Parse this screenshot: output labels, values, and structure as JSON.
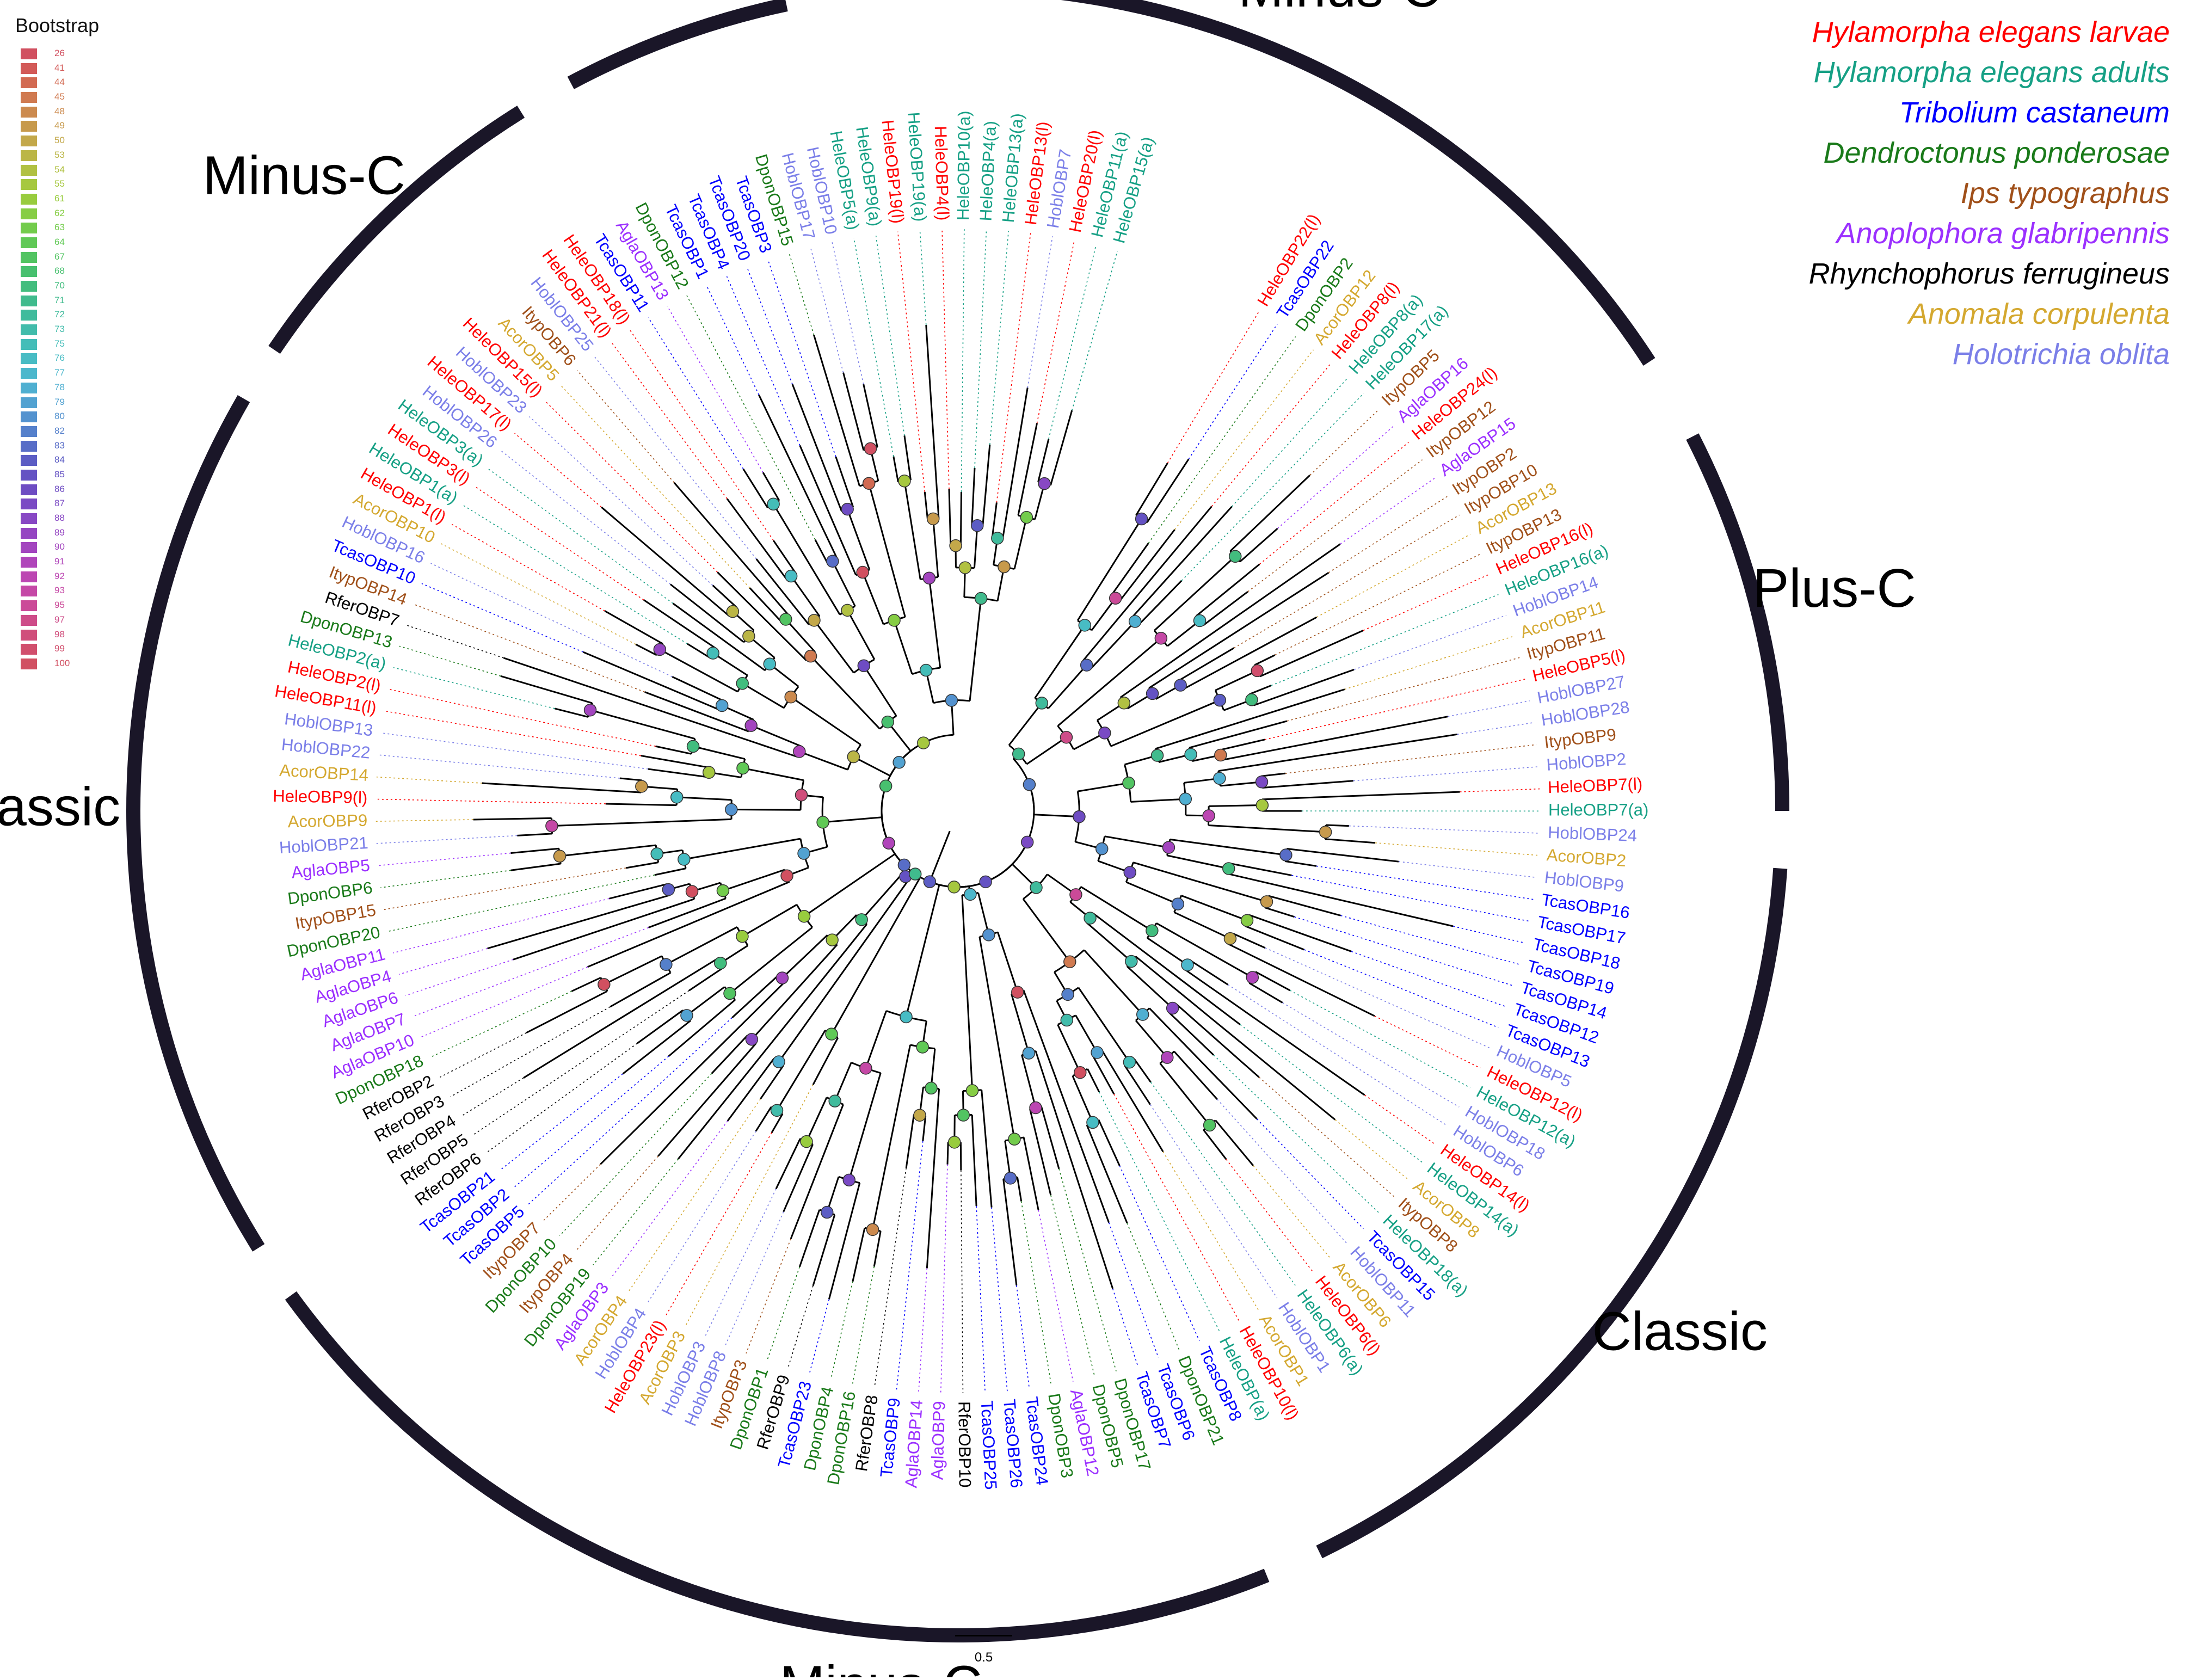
{
  "bootstrap": {
    "title": "Bootstrap",
    "levels": [
      {
        "value": "26",
        "color": "#d15060"
      },
      {
        "value": "41",
        "color": "#d35a58"
      },
      {
        "value": "44",
        "color": "#d26a52"
      },
      {
        "value": "45",
        "color": "#d07a50"
      },
      {
        "value": "48",
        "color": "#cc8a4e"
      },
      {
        "value": "49",
        "color": "#c79a4c"
      },
      {
        "value": "50",
        "color": "#c3a84a"
      },
      {
        "value": "53",
        "color": "#bbb646"
      },
      {
        "value": "54",
        "color": "#b1c142"
      },
      {
        "value": "55",
        "color": "#a6c83f"
      },
      {
        "value": "61",
        "color": "#98cc3e"
      },
      {
        "value": "62",
        "color": "#86cd44"
      },
      {
        "value": "63",
        "color": "#73cc4c"
      },
      {
        "value": "64",
        "color": "#60c956"
      },
      {
        "value": "67",
        "color": "#52c462"
      },
      {
        "value": "68",
        "color": "#48c06f"
      },
      {
        "value": "70",
        "color": "#42bd7e"
      },
      {
        "value": "71",
        "color": "#40bb8d"
      },
      {
        "value": "72",
        "color": "#40bb9c"
      },
      {
        "value": "73",
        "color": "#42bcab"
      },
      {
        "value": "75",
        "color": "#44bdb8"
      },
      {
        "value": "76",
        "color": "#48bcc4"
      },
      {
        "value": "77",
        "color": "#4cb7cc"
      },
      {
        "value": "78",
        "color": "#4fafd1"
      },
      {
        "value": "79",
        "color": "#52a2d1"
      },
      {
        "value": "80",
        "color": "#5392cf"
      },
      {
        "value": "82",
        "color": "#5580cb"
      },
      {
        "value": "83",
        "color": "#586dc7"
      },
      {
        "value": "84",
        "color": "#5c5dc4"
      },
      {
        "value": "85",
        "color": "#6452c3"
      },
      {
        "value": "86",
        "color": "#6e4cc3"
      },
      {
        "value": "87",
        "color": "#7a4ac4"
      },
      {
        "value": "88",
        "color": "#8848c4"
      },
      {
        "value": "89",
        "color": "#9546c2"
      },
      {
        "value": "90",
        "color": "#a345bf"
      },
      {
        "value": "91",
        "color": "#b045ba"
      },
      {
        "value": "92",
        "color": "#bc46b2"
      },
      {
        "value": "93",
        "color": "#c548a6"
      },
      {
        "value": "95",
        "color": "#cb4a98"
      },
      {
        "value": "97",
        "color": "#ce4c89"
      },
      {
        "value": "98",
        "color": "#d04e7b"
      },
      {
        "value": "99",
        "color": "#d14f6d"
      },
      {
        "value": "100",
        "color": "#d15062"
      }
    ]
  },
  "species": [
    {
      "name": "Hylamorpha elegans larvae",
      "color": "#ff0000"
    },
    {
      "name": "Hylamorpha elegans adults",
      "color": "#16a085"
    },
    {
      "name": "Tribolium castaneum",
      "color": "#0000ff"
    },
    {
      "name": "Dendroctonus ponderosae",
      "color": "#1a7a1a"
    },
    {
      "name": "Ips typographus",
      "color": "#a0501a"
    },
    {
      "name": "Anoplophora glabripennis",
      "color": "#9b30ff"
    },
    {
      "name": "Rhynchophorus ferrugineus",
      "color": "#000000"
    },
    {
      "name": "Anomala corpulenta",
      "color": "#d4a830"
    },
    {
      "name": "Holotrichia oblita",
      "color": "#7b7fe8"
    }
  ],
  "clades": [
    "Minus-C",
    "Plus-C",
    "Classic",
    "Minus-C",
    "Classic",
    "Minus-C",
    "Classic"
  ],
  "leaves": [
    {
      "label": "HeleOBP22(l)",
      "sp": 0
    },
    {
      "label": "TcasOBP22",
      "sp": 2
    },
    {
      "label": "DponOBP2",
      "sp": 3
    },
    {
      "label": "AcorOBP12",
      "sp": 7
    },
    {
      "label": "HeleOBP8(l)",
      "sp": 0
    },
    {
      "label": "HeleOBP8(a)",
      "sp": 1
    },
    {
      "label": "HeleOBP17(a)",
      "sp": 1
    },
    {
      "label": "ItypOBP5",
      "sp": 4
    },
    {
      "label": "AglaOBP16",
      "sp": 5
    },
    {
      "label": "HeleOBP24(l)",
      "sp": 0
    },
    {
      "label": "ItypOBP12",
      "sp": 4
    },
    {
      "label": "AglaOBP15",
      "sp": 5
    },
    {
      "label": "ItypOBP2",
      "sp": 4
    },
    {
      "label": "ItypOBP10",
      "sp": 4
    },
    {
      "label": "AcorOBP13",
      "sp": 7
    },
    {
      "label": "ItypOBP13",
      "sp": 4
    },
    {
      "label": "HeleOBP16(l)",
      "sp": 0
    },
    {
      "label": "HeleOBP16(a)",
      "sp": 1
    },
    {
      "label": "HoblOBP14",
      "sp": 8
    },
    {
      "label": "AcorOBP11",
      "sp": 7
    },
    {
      "label": "ItypOBP11",
      "sp": 4
    },
    {
      "label": "HeleOBP5(l)",
      "sp": 0
    },
    {
      "label": "HoblOBP27",
      "sp": 8
    },
    {
      "label": "HoblOBP28",
      "sp": 8
    },
    {
      "label": "ItypOBP9",
      "sp": 4
    },
    {
      "label": "HoblOBP2",
      "sp": 8
    },
    {
      "label": "HeleOBP7(l)",
      "sp": 0
    },
    {
      "label": "HeleOBP7(a)",
      "sp": 1
    },
    {
      "label": "HoblOBP24",
      "sp": 8
    },
    {
      "label": "AcorOBP2",
      "sp": 7
    },
    {
      "label": "HoblOBP9",
      "sp": 8
    },
    {
      "label": "TcasOBP16",
      "sp": 2
    },
    {
      "label": "TcasOBP17",
      "sp": 2
    },
    {
      "label": "TcasOBP18",
      "sp": 2
    },
    {
      "label": "TcasOBP19",
      "sp": 2
    },
    {
      "label": "TcasOBP14",
      "sp": 2
    },
    {
      "label": "TcasOBP12",
      "sp": 2
    },
    {
      "label": "TcasOBP13",
      "sp": 2
    },
    {
      "label": "HoblOBP5",
      "sp": 8
    },
    {
      "label": "HeleOBP12(l)",
      "sp": 0
    },
    {
      "label": "HeleOBP12(a)",
      "sp": 1
    },
    {
      "label": "HoblOBP18",
      "sp": 8
    },
    {
      "label": "HoblOBP6",
      "sp": 8
    },
    {
      "label": "HeleOBP14(l)",
      "sp": 0
    },
    {
      "label": "HeleOBP14(a)",
      "sp": 1
    },
    {
      "label": "AcorOBP8",
      "sp": 7
    },
    {
      "label": "ItypOBP8",
      "sp": 4
    },
    {
      "label": "HeleOBP18(a)",
      "sp": 1
    },
    {
      "label": "TcasOBP15",
      "sp": 2
    },
    {
      "label": "HoblOBP11",
      "sp": 8
    },
    {
      "label": "AcorOBP6",
      "sp": 7
    },
    {
      "label": "HeleOBP6(l)",
      "sp": 0
    },
    {
      "label": "HeleOBP6(a)",
      "sp": 1
    },
    {
      "label": "HoblOBP1",
      "sp": 8
    },
    {
      "label": "AcorOBP1",
      "sp": 7
    },
    {
      "label": "HeleOBP10(l)",
      "sp": 0
    },
    {
      "label": "HeleOBP(a)",
      "sp": 1
    },
    {
      "label": "TcasOBP8",
      "sp": 2
    },
    {
      "label": "DponOBP21",
      "sp": 3
    },
    {
      "label": "TcasOBP6",
      "sp": 2
    },
    {
      "label": "TcasOBP7",
      "sp": 2
    },
    {
      "label": "DponOBP17",
      "sp": 3
    },
    {
      "label": "DponOBP5",
      "sp": 3
    },
    {
      "label": "AglaOBP12",
      "sp": 5
    },
    {
      "label": "DponOBP3",
      "sp": 3
    },
    {
      "label": "TcasOBP24",
      "sp": 2
    },
    {
      "label": "TcasOBP26",
      "sp": 2
    },
    {
      "label": "TcasOBP25",
      "sp": 2
    },
    {
      "label": "RferOBP10",
      "sp": 6
    },
    {
      "label": "AglaOBP9",
      "sp": 5
    },
    {
      "label": "AglaOBP14",
      "sp": 5
    },
    {
      "label": "TcasOBP9",
      "sp": 2
    },
    {
      "label": "RferOBP8",
      "sp": 6
    },
    {
      "label": "DponOBP16",
      "sp": 3
    },
    {
      "label": "DponOBP4",
      "sp": 3
    },
    {
      "label": "TcasOBP23",
      "sp": 2
    },
    {
      "label": "RferOBP9",
      "sp": 6
    },
    {
      "label": "DponOBP1",
      "sp": 3
    },
    {
      "label": "ItypOBP3",
      "sp": 4
    },
    {
      "label": "HoblOBP8",
      "sp": 8
    },
    {
      "label": "HoblOBP3",
      "sp": 8
    },
    {
      "label": "AcorOBP3",
      "sp": 7
    },
    {
      "label": "HeleOBP23(l)",
      "sp": 0
    },
    {
      "label": "HoblOBP4",
      "sp": 8
    },
    {
      "label": "AcorOBP4",
      "sp": 7
    },
    {
      "label": "AglaOBP3",
      "sp": 5
    },
    {
      "label": "DponOBP19",
      "sp": 3
    },
    {
      "label": "ItypOBP4",
      "sp": 4
    },
    {
      "label": "DponOBP10",
      "sp": 3
    },
    {
      "label": "ItypOBP7",
      "sp": 4
    },
    {
      "label": "TcasOBP5",
      "sp": 2
    },
    {
      "label": "TcasOBP2",
      "sp": 2
    },
    {
      "label": "TcasOBP21",
      "sp": 2
    },
    {
      "label": "RferOBP6",
      "sp": 6
    },
    {
      "label": "RferOBP5",
      "sp": 6
    },
    {
      "label": "RferOBP4",
      "sp": 6
    },
    {
      "label": "RferOBP3",
      "sp": 6
    },
    {
      "label": "RferOBP2",
      "sp": 6
    },
    {
      "label": "DponOBP18",
      "sp": 3
    },
    {
      "label": "AglaOBP10",
      "sp": 5
    },
    {
      "label": "AglaOBP7",
      "sp": 5
    },
    {
      "label": "AglaOBP6",
      "sp": 5
    },
    {
      "label": "AglaOBP4",
      "sp": 5
    },
    {
      "label": "AglaOBP11",
      "sp": 5
    },
    {
      "label": "DponOBP20",
      "sp": 3
    },
    {
      "label": "ItypOBP15",
      "sp": 4
    },
    {
      "label": "DponOBP6",
      "sp": 3
    },
    {
      "label": "AglaOBP5",
      "sp": 5
    },
    {
      "label": "HoblOBP21",
      "sp": 8
    },
    {
      "label": "AcorOBP9",
      "sp": 7
    },
    {
      "label": "HeleOBP9(l)",
      "sp": 0
    },
    {
      "label": "AcorOBP14",
      "sp": 7
    },
    {
      "label": "HoblOBP22",
      "sp": 8
    },
    {
      "label": "HoblOBP13",
      "sp": 8
    },
    {
      "label": "HeleOBP11(l)",
      "sp": 0
    },
    {
      "label": "HeleOBP2(l)",
      "sp": 0
    },
    {
      "label": "HeleOBP2(a)",
      "sp": 1
    },
    {
      "label": "DponOBP13",
      "sp": 3
    },
    {
      "label": "RferOBP7",
      "sp": 6
    },
    {
      "label": "ItypOBP14",
      "sp": 4
    },
    {
      "label": "TcasOBP10",
      "sp": 2
    },
    {
      "label": "HoblOBP16",
      "sp": 8
    },
    {
      "label": "AcorOBP10",
      "sp": 7
    },
    {
      "label": "HeleOBP1(l)",
      "sp": 0
    },
    {
      "label": "HeleOBP1(a)",
      "sp": 1
    },
    {
      "label": "HeleOBP3(l)",
      "sp": 0
    },
    {
      "label": "HeleOBP3(a)",
      "sp": 1
    },
    {
      "label": "HoblOBP26",
      "sp": 8
    },
    {
      "label": "HeleOBP17(l)",
      "sp": 0
    },
    {
      "label": "HoblOBP23",
      "sp": 8
    },
    {
      "label": "HeleOBP15(l)",
      "sp": 0
    },
    {
      "label": "AcorOBP5",
      "sp": 7
    },
    {
      "label": "ItypOBP6",
      "sp": 4
    },
    {
      "label": "HoblOBP25",
      "sp": 8
    },
    {
      "label": "HeleOBP21(l)",
      "sp": 0
    },
    {
      "label": "HeleOBP18(l)",
      "sp": 0
    },
    {
      "label": "TcasOBP11",
      "sp": 2
    },
    {
      "label": "AglaOBP13",
      "sp": 5
    },
    {
      "label": "DponOBP12",
      "sp": 3
    },
    {
      "label": "TcasOBP1",
      "sp": 2
    },
    {
      "label": "TcasOBP4",
      "sp": 2
    },
    {
      "label": "TcasOBP20",
      "sp": 2
    },
    {
      "label": "TcasOBP3",
      "sp": 2
    },
    {
      "label": "DponOBP15",
      "sp": 3
    },
    {
      "label": "HoblOBP17",
      "sp": 8
    },
    {
      "label": "HoblOBP10",
      "sp": 8
    },
    {
      "label": "HeleOBP5(a)",
      "sp": 1
    },
    {
      "label": "HeleOBP9(a)",
      "sp": 1
    },
    {
      "label": "HeleOBP19(l)",
      "sp": 0
    },
    {
      "label": "HeleOBP19(a)",
      "sp": 1
    },
    {
      "label": "HeleOBP4(l)",
      "sp": 0
    },
    {
      "label": "HeleOBP10(a)",
      "sp": 1
    },
    {
      "label": "HeleOBP4(a)",
      "sp": 1
    },
    {
      "label": "HeleOBP13(a)",
      "sp": 1
    },
    {
      "label": "HeleOBP13(l)",
      "sp": 0
    },
    {
      "label": "HoblOBP7",
      "sp": 8
    },
    {
      "label": "HeleOBP20(l)",
      "sp": 0
    },
    {
      "label": "HeleOBP11(a)",
      "sp": 1
    },
    {
      "label": "HeleOBP15(a)",
      "sp": 1
    }
  ],
  "scale_bar": {
    "label": "0.5"
  }
}
